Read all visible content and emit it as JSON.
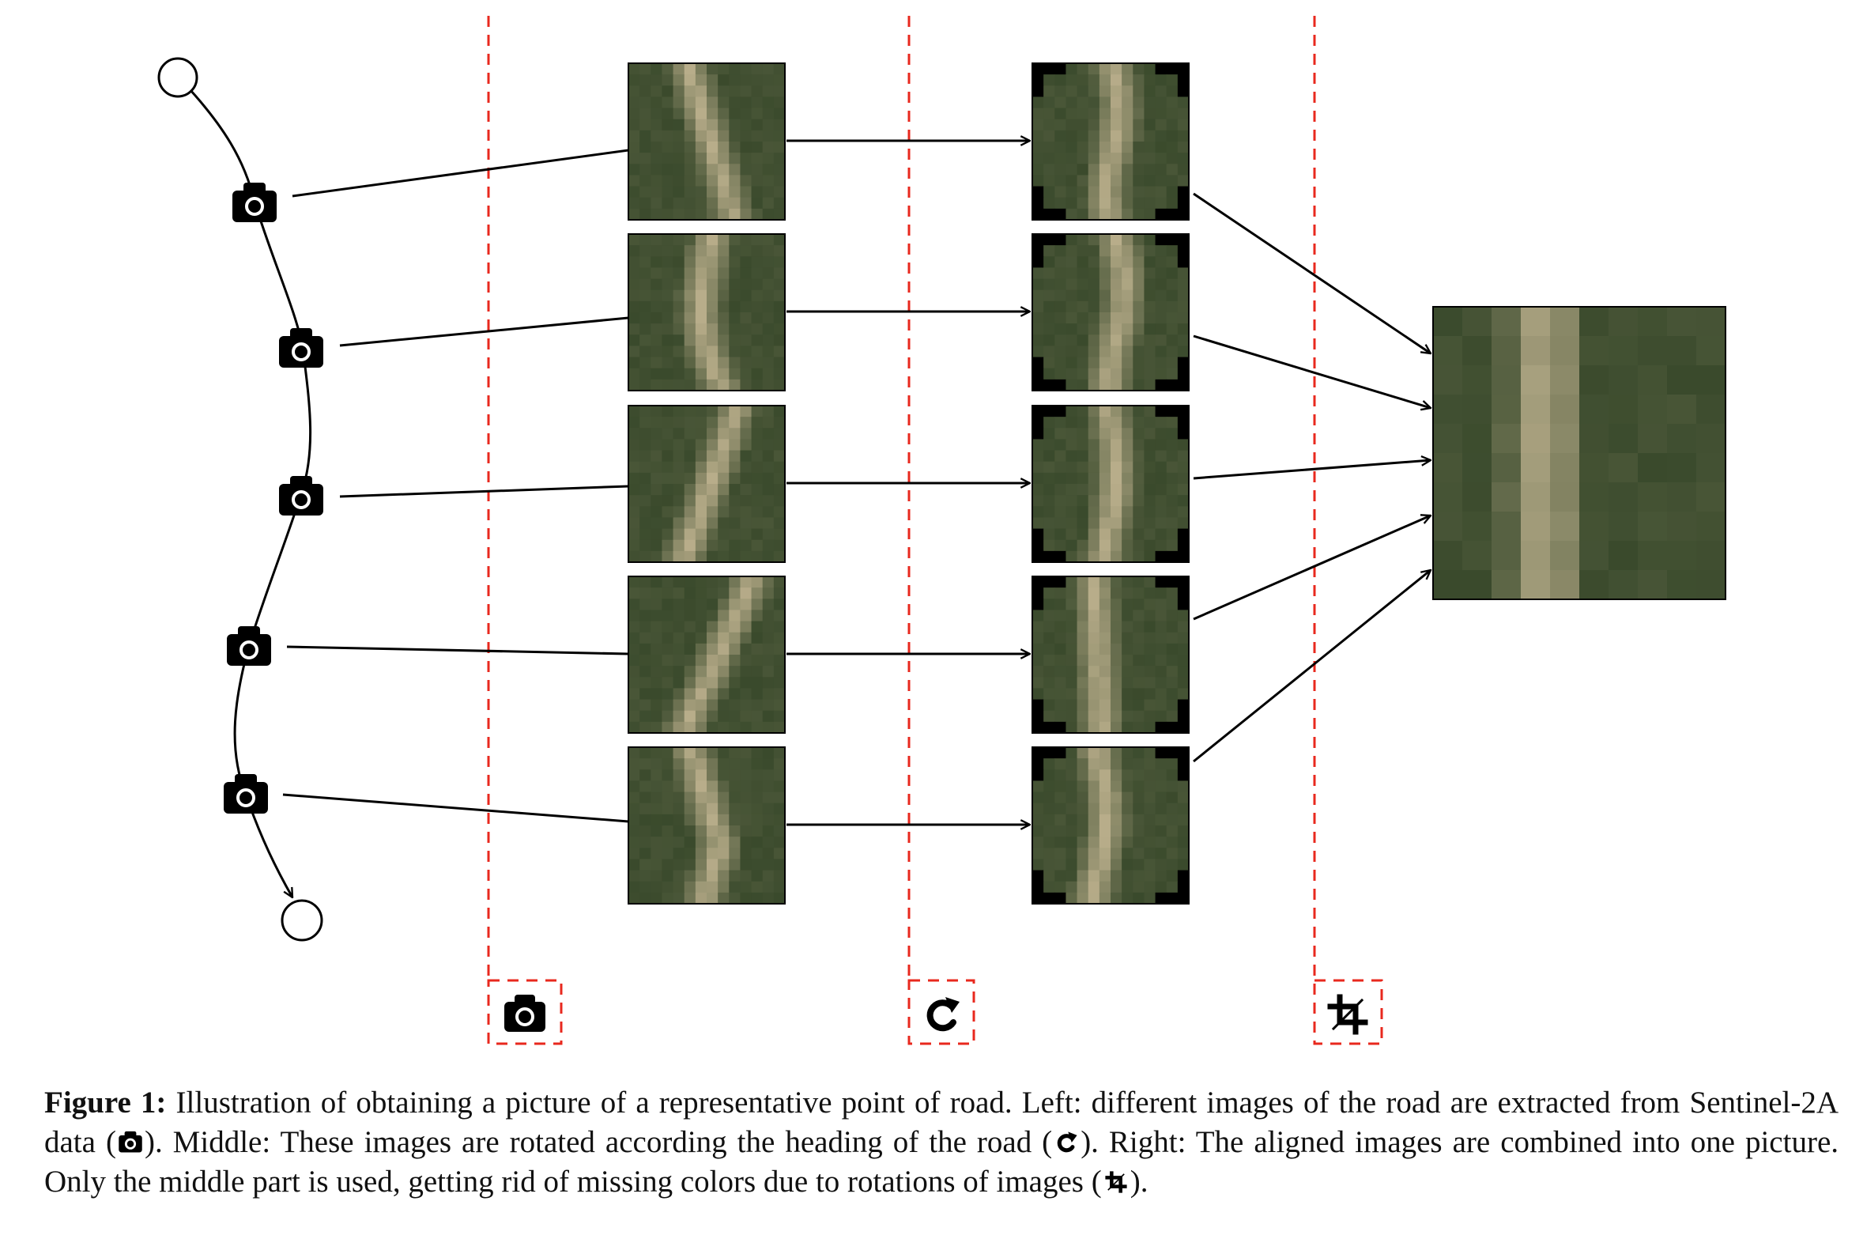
{
  "figure": {
    "caption": {
      "label": "Figure 1:",
      "part1": "Illustration of obtaining a picture of a representative point of road. Left: different images of the road are extracted from Sentinel-2A data (",
      "part2": "). Middle: These images are rotated according the heading of the road (",
      "part3": "). Right: The aligned images are combined into one picture. Only the middle part is used, getting rid of missing colors due to rotations of images (",
      "part4": ")."
    },
    "stage_icons": [
      "camera-icon",
      "rotate-icon",
      "crop-icon"
    ],
    "image_count": 5,
    "colors": {
      "divider": "#e8281e",
      "stroke": "#000000",
      "vegetation": "#3a4a2c",
      "road": "#b8ad8a"
    }
  }
}
